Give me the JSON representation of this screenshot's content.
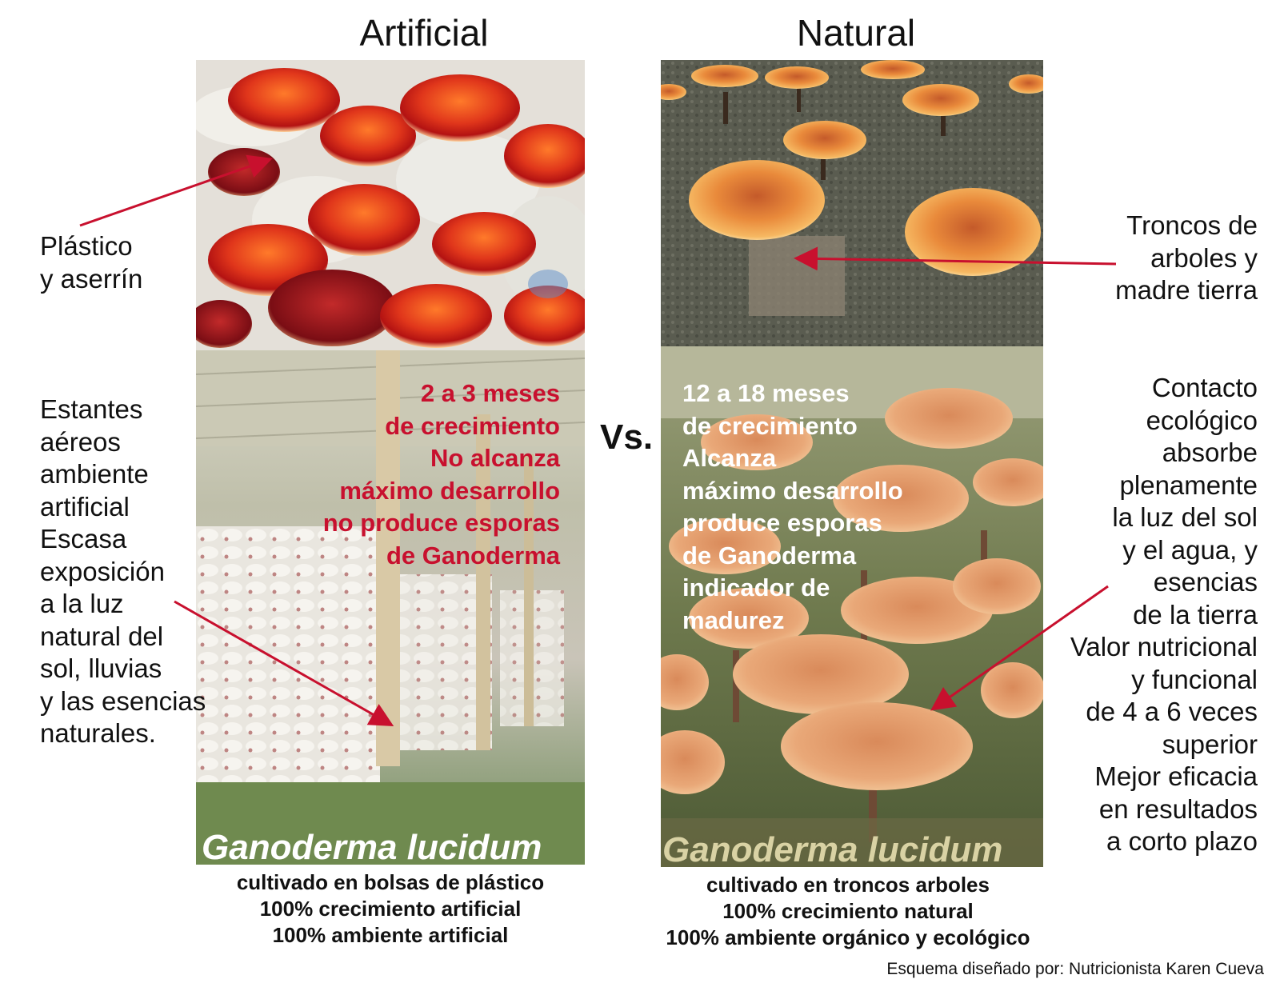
{
  "titles": {
    "left": "Artificial",
    "right": "Natural"
  },
  "vs": "Vs.",
  "left": {
    "annotation_top": [
      "Plástico",
      "y aserrín"
    ],
    "annotation_bottom": [
      "Estantes",
      "aéreos",
      "ambiente",
      "artificial",
      "Escasa",
      "exposición",
      "a la luz",
      "natural del",
      "sol, lluvias",
      "y las esencias",
      "naturales."
    ],
    "overlay": [
      "2 a 3 meses",
      "de crecimiento",
      "No alcanza",
      "máximo desarrollo",
      "no produce esporas",
      "de Ganoderma"
    ],
    "species": "Ganoderma lucidum",
    "caption": [
      "cultivado en bolsas de plástico",
      "100% crecimiento artificial",
      "100% ambiente artificial"
    ]
  },
  "right": {
    "annotation_top": [
      "Troncos de",
      "arboles y",
      "madre tierra"
    ],
    "annotation_bottom": [
      "Contacto",
      "ecológico",
      "absorbe",
      "plenamente",
      "la luz del sol",
      "y el agua, y",
      "esencias",
      "de la tierra",
      "Valor nutricional",
      "y funcional",
      "de 4 a 6 veces",
      "superior",
      "Mejor eficacia",
      "en resultados",
      "a corto plazo"
    ],
    "overlay": [
      "12 a 18 meses",
      "de crecimiento",
      "Alcanza",
      "máximo desarrollo",
      "produce esporas",
      "de Ganoderma",
      "indicador de",
      "madurez"
    ],
    "species": "Ganoderma lucidum",
    "caption": [
      "cultivado en troncos arboles",
      "100% crecimiento natural",
      "100% ambiente orgánico y ecológico"
    ]
  },
  "credit": "Esquema diseñado por: Nutricionista Karen Cueva",
  "colors": {
    "arrow": "#c8102e",
    "overlay_red": "#c8102e",
    "overlay_white": "#ffffff",
    "species_left": "#ffffff",
    "species_right": "#d9d2a4"
  }
}
